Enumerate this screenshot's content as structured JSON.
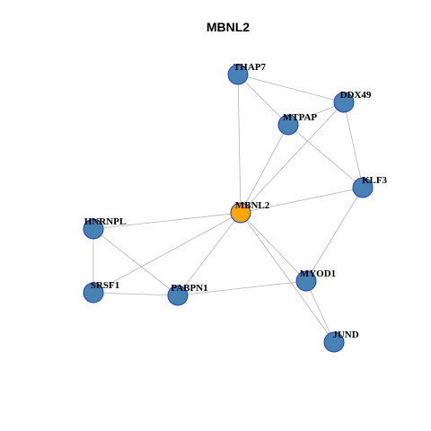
{
  "title": "MBNL2",
  "colors": {
    "hub_fill": "#FFA500",
    "node_fill": "#4682B4",
    "node_stroke": "#1E3FBF",
    "edge": "#B3B3B3"
  },
  "hub": "MBNL2",
  "nodes": [
    {
      "id": "THAP7"
    },
    {
      "id": "DDX49"
    },
    {
      "id": "MTPAP"
    },
    {
      "id": "KLF3"
    },
    {
      "id": "MBNL2"
    },
    {
      "id": "HNRNPL"
    },
    {
      "id": "SRSF1"
    },
    {
      "id": "PABPN1"
    },
    {
      "id": "MYOD1"
    },
    {
      "id": "JUND"
    }
  ],
  "edges": [
    [
      "THAP7",
      "DDX49"
    ],
    [
      "THAP7",
      "MTPAP"
    ],
    [
      "THAP7",
      "MBNL2"
    ],
    [
      "DDX49",
      "MTPAP"
    ],
    [
      "DDX49",
      "KLF3"
    ],
    [
      "DDX49",
      "MBNL2"
    ],
    [
      "MTPAP",
      "KLF3"
    ],
    [
      "MTPAP",
      "MBNL2"
    ],
    [
      "KLF3",
      "MBNL2"
    ],
    [
      "KLF3",
      "MYOD1"
    ],
    [
      "MBNL2",
      "HNRNPL"
    ],
    [
      "MBNL2",
      "SRSF1"
    ],
    [
      "MBNL2",
      "PABPN1"
    ],
    [
      "MBNL2",
      "MYOD1"
    ],
    [
      "MBNL2",
      "JUND"
    ],
    [
      "HNRNPL",
      "SRSF1"
    ],
    [
      "HNRNPL",
      "PABPN1"
    ],
    [
      "SRSF1",
      "PABPN1"
    ],
    [
      "PABPN1",
      "MYOD1"
    ],
    [
      "MYOD1",
      "JUND"
    ]
  ]
}
